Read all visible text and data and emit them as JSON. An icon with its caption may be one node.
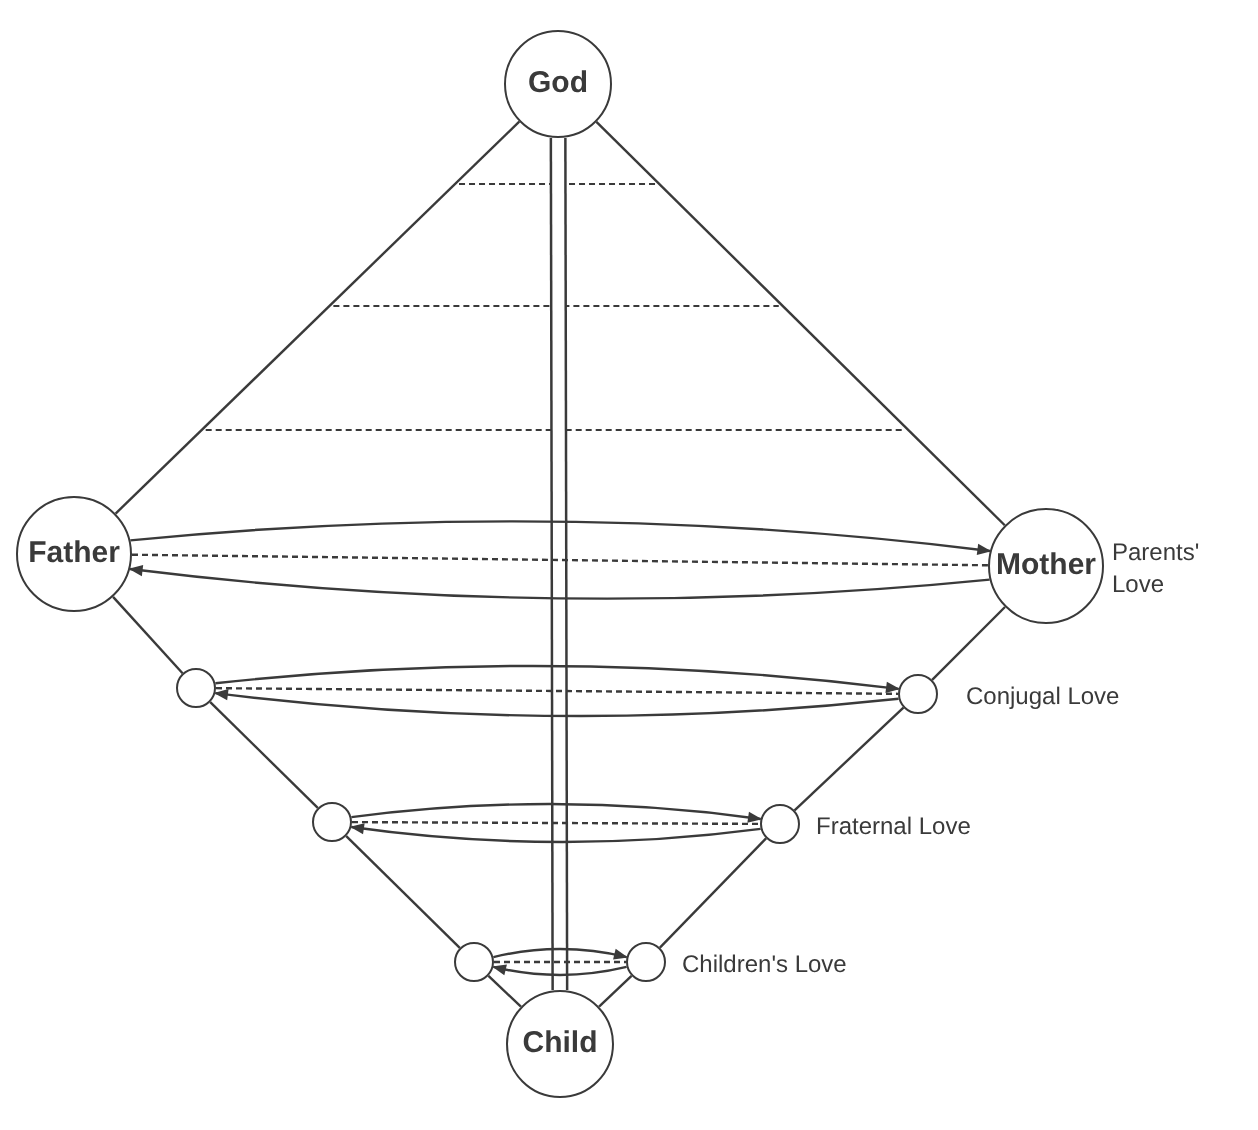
{
  "diagram": {
    "nodes": [
      {
        "text": [
          "God"
        ]
      },
      {
        "text": [
          "Father"
        ]
      },
      {
        "text": [
          "Mother"
        ],
        "beside": [
          "Parents' Love"
        ]
      },
      {
        "text": [],
        "shape": "circle"
      },
      {
        "text": [],
        "shape": "circle",
        "beside": [
          "Conjugal Love"
        ]
      },
      {
        "text": [],
        "shape": "circle"
      },
      {
        "text": [],
        "shape": "circle",
        "beside": [
          "Fraternal Love"
        ]
      },
      {
        "text": [],
        "shape": "circle"
      },
      {
        "text": [],
        "shape": "circle",
        "beside": [
          "Children's Love"
        ]
      },
      {
        "text": [
          "Child"
        ]
      }
    ],
    "edges": [
      {
        "from": 0,
        "to": 1,
        "arrow": "none"
      },
      {
        "from": 0,
        "to": 2,
        "arrow": "none"
      },
      {
        "from": 0,
        "to": 9,
        "arrow": "none",
        "style": "thick"
      },
      {
        "from": 1,
        "to": 3,
        "arrow": "none"
      },
      {
        "from": 3,
        "to": 5,
        "arrow": "none"
      },
      {
        "from": 5,
        "to": 7,
        "arrow": "none"
      },
      {
        "from": 7,
        "to": 9,
        "arrow": "none"
      },
      {
        "from": 2,
        "to": 4,
        "arrow": "none"
      },
      {
        "from": 4,
        "to": 6,
        "arrow": "none"
      },
      {
        "from": 6,
        "to": 8,
        "arrow": "none"
      },
      {
        "from": 8,
        "to": 9,
        "arrow": "none"
      },
      {
        "from": 1,
        "to": 2,
        "arrow": "to"
      },
      {
        "from": 2,
        "to": 1,
        "arrow": "to"
      },
      {
        "from": 1,
        "to": 2,
        "arrow": "none",
        "style": "dashed"
      },
      {
        "from": 3,
        "to": 4,
        "arrow": "to"
      },
      {
        "from": 4,
        "to": 3,
        "arrow": "to"
      },
      {
        "from": 3,
        "to": 4,
        "arrow": "none",
        "style": "dashed"
      },
      {
        "from": 5,
        "to": 6,
        "arrow": "to"
      },
      {
        "from": 6,
        "to": 5,
        "arrow": "to"
      },
      {
        "from": 5,
        "to": 6,
        "arrow": "none",
        "style": "dashed"
      },
      {
        "from": 7,
        "to": 8,
        "arrow": "to"
      },
      {
        "from": 8,
        "to": 7,
        "arrow": "to"
      },
      {
        "from": 7,
        "to": 8,
        "arrow": "none",
        "style": "dashed"
      }
    ]
  }
}
